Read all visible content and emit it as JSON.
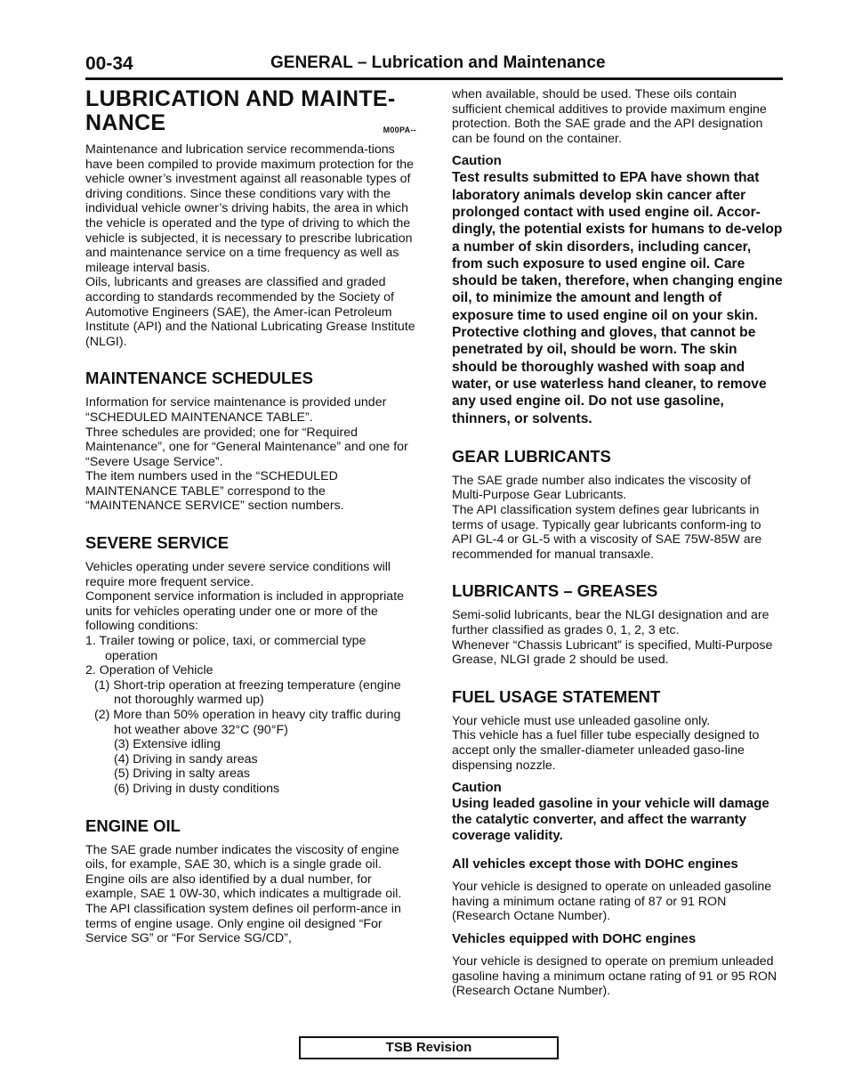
{
  "header": {
    "page_number": "00-34",
    "section_title": "GENERAL – Lubrication and Maintenance"
  },
  "left": {
    "main_title_line1": "LUBRICATION  AND  MAINTE-",
    "main_title_line2": "NANCE",
    "main_title_code": "M00PA--",
    "intro_p1": "Maintenance and lubrication service recommenda-tions have been compiled to provide maximum protection for the vehicle owner’s investment against all reasonable types of driving conditions. Since these conditions vary with the individual vehicle owner’s driving habits, the area in which the vehicle is operated and the type of driving to which the vehicle is subjected, it is necessary to prescribe lubrication and maintenance service on a time frequency as well as mileage interval basis.",
    "intro_p2": "Oils, lubricants and greases are classified and graded according to standards recommended by the Society of Automotive Engineers (SAE), the Amer-ican Petroleum Institute (API) and the National Lubricating Grease Institute (NLGI).",
    "maint_sched_heading": "MAINTENANCE SCHEDULES",
    "maint_sched_p1": "Information for service maintenance is provided under “SCHEDULED MAINTENANCE TABLE”.",
    "maint_sched_p2": "Three schedules are provided; one for “Required Maintenance”, one for “General Maintenance” and one for “Severe Usage Service”.",
    "maint_sched_p3": "The item numbers used in the “SCHEDULED MAINTENANCE TABLE” correspond to the “MAINTENANCE SERVICE” section numbers.",
    "severe_heading": "SEVERE SERVICE",
    "severe_p1": "Vehicles operating under severe service conditions will require more frequent service.",
    "severe_p2": "Component service information is included in appropriate units for vehicles operating under one or more of the following conditions:",
    "severe_items": [
      "1.  Trailer towing or police, taxi, or commercial type operation",
      "2. Operation of Vehicle"
    ],
    "severe_subitems": [
      "(1) Short-trip operation at freezing temperature (engine not thoroughly warmed up)",
      "(2) More than 50% operation in heavy city traffic during hot weather above 32°C (90°F)",
      "(3) Extensive idling",
      "(4) Driving in sandy areas",
      "(5) Driving in salty areas",
      "(6) Driving in dusty conditions"
    ],
    "engine_oil_heading": "ENGINE OIL",
    "engine_oil_p1": "The SAE grade number indicates the viscosity of engine oils, for example, SAE 30, which is a single grade oil. Engine oils are also identified by a dual number, for example, SAE 1 0W-30, which indicates a multigrade oil.",
    "engine_oil_p2": "The API classification system defines oil perform-ance in terms of engine usage. Only engine oil designed “For Service SG” or “For Service SG/CD”,"
  },
  "right": {
    "cont_p": "when available, should be used. These oils contain sufficient chemical additives to provide maximum engine protection. Both the SAE grade and the API designation can be found on the container.",
    "caution1_label": "Caution",
    "caution1_text": "Test results submitted to EPA have shown that laboratory animals develop skin cancer after prolonged contact with used engine oil. Accor-dingly, the potential exists for humans to de-velop a number of skin disorders, including cancer, from such exposure to used engine oil. Care should be taken, therefore, when changing engine oil, to minimize the amount and length of exposure time to used engine oil on your skin. Protective clothing and gloves, that cannot be penetrated by oil, should be worn. The skin should be thoroughly washed with soap and water, or use waterless hand cleaner, to remove any used engine oil. Do not use gasoline, thinners, or solvents.",
    "gear_heading": "GEAR LUBRICANTS",
    "gear_p1": "The SAE grade number also indicates the viscosity of Multi-Purpose Gear Lubricants.",
    "gear_p2": "The API classification system defines gear lubricants in terms of usage. Typically gear lubricants conform-ing to API GL-4 or GL-5 with a viscosity of SAE 75W-85W are recommended for manual transaxle.",
    "greases_heading": "LUBRICANTS – GREASES",
    "greases_p1": "Semi-solid lubricants, bear the NLGI designation and are further classified as grades 0, 1, 2, 3 etc.",
    "greases_p2": "Whenever “Chassis Lubricant” is specified, Multi-Purpose Grease, NLGI grade 2 should be used.",
    "fuel_heading": "FUEL USAGE STATEMENT",
    "fuel_p1": "Your vehicle must use unleaded gasoline only.",
    "fuel_p2": "This vehicle has a fuel filler tube especially designed to accept only the smaller-diameter unleaded gaso-line dispensing nozzle.",
    "caution2_label": "Caution",
    "caution2_text": "Using leaded gasoline in your vehicle will damage the catalytic converter, and affect the warranty coverage validity.",
    "nondohc_heading": "All vehicles except those with DOHC engines",
    "nondohc_p": "Your vehicle is designed to operate on unleaded gasoline having a minimum octane rating of 87 or 91 RON (Research Octane Number).",
    "dohc_heading": "Vehicles equipped with DOHC engines",
    "dohc_p": "Your vehicle is designed to operate on premium unleaded gasoline having a minimum octane rating of 91 or 95 RON (Research Octane Number)."
  },
  "footer": {
    "label": "TSB Revision"
  }
}
